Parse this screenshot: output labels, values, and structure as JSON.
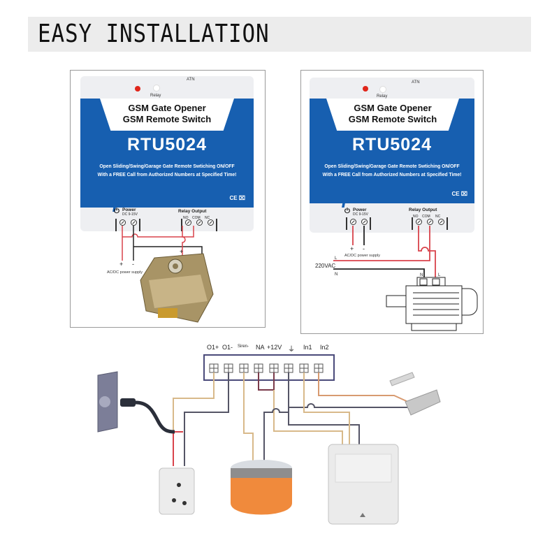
{
  "header": {
    "title": "EASY INSTALLATION"
  },
  "device": {
    "antenna_label": "ATN",
    "led_signal_label": "",
    "led_relay_label": "Relay",
    "title_line1": "GSM Gate Opener",
    "title_line2": "GSM Remote Switch",
    "model": "RTU5024",
    "desc_line1": "Open Sliding/Swing/Garage Gate     Remote Swtiching ON/OFF",
    "desc_line2": "With a FREE Call from Authorized Numbers at Specified Time!",
    "cert_marks": "CE ⌧",
    "power_label": "Power",
    "power_sub": "DC 9-15V",
    "relay_label": "Relay Output",
    "relay_terminals": [
      "NO",
      "COM",
      "NC"
    ],
    "power_terminals": [
      "+",
      "-"
    ]
  },
  "panel_left": {
    "supply_label": "AC/DC power supply",
    "plus": "+",
    "minus": "-",
    "lock_plus": "+",
    "lock_minus": "-"
  },
  "panel_right": {
    "supply_label": "AC/DC power supply",
    "plus": "+",
    "minus": "-",
    "ac_label": "220VAC",
    "line_l": "L",
    "line_n": "N",
    "motor_n": "N",
    "motor_l": "L"
  },
  "bottom": {
    "terminal_labels": [
      "O1+",
      "O1-",
      "Siren-",
      "NA",
      "+12V",
      "⏚",
      "In1",
      "In2"
    ],
    "devices": [
      "wall-outlet",
      "plug",
      "socket-box",
      "strobe-siren",
      "pir-sensor",
      "door-contact"
    ]
  },
  "colors": {
    "device_blue": "#175fb0",
    "wire_red": "#d9434b",
    "wire_black": "#222222",
    "wire_tan": "#d8b98a",
    "wire_gray": "#555566",
    "siren_orange": "#f08a3c"
  }
}
